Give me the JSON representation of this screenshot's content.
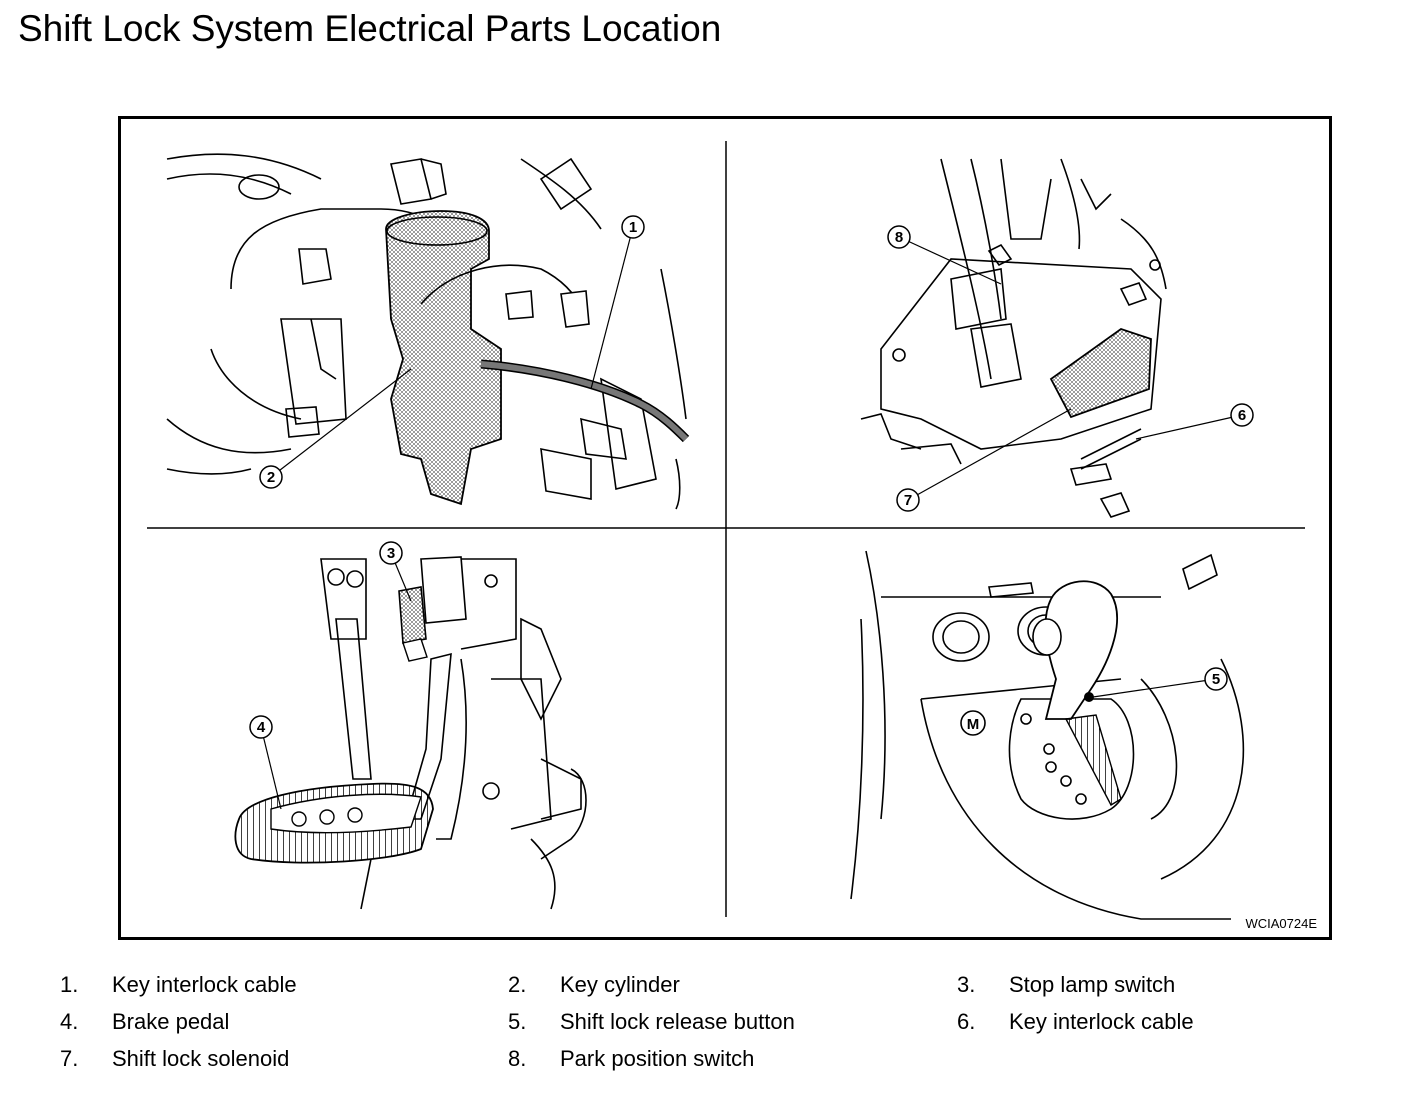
{
  "title": "Shift Lock System Electrical Parts Location",
  "figure": {
    "code": "WCIA0724E",
    "callouts": [
      "1",
      "2",
      "3",
      "4",
      "5",
      "6",
      "7",
      "8"
    ],
    "icons": [
      "key-cylinder-icon",
      "brake-pedal-icon",
      "shifter-icon",
      "solenoid-bracket-icon"
    ],
    "colors": {
      "line": "#000000",
      "background": "#ffffff",
      "shade": "#8a8a8a"
    }
  },
  "legend": [
    {
      "num": "1.",
      "label": "Key interlock cable"
    },
    {
      "num": "2.",
      "label": "Key cylinder"
    },
    {
      "num": "3.",
      "label": "Stop lamp switch"
    },
    {
      "num": "4.",
      "label": "Brake pedal"
    },
    {
      "num": "5.",
      "label": "Shift lock release button"
    },
    {
      "num": "6.",
      "label": "Key interlock cable"
    },
    {
      "num": "7.",
      "label": "Shift lock solenoid"
    },
    {
      "num": "8.",
      "label": "Park position switch"
    }
  ]
}
